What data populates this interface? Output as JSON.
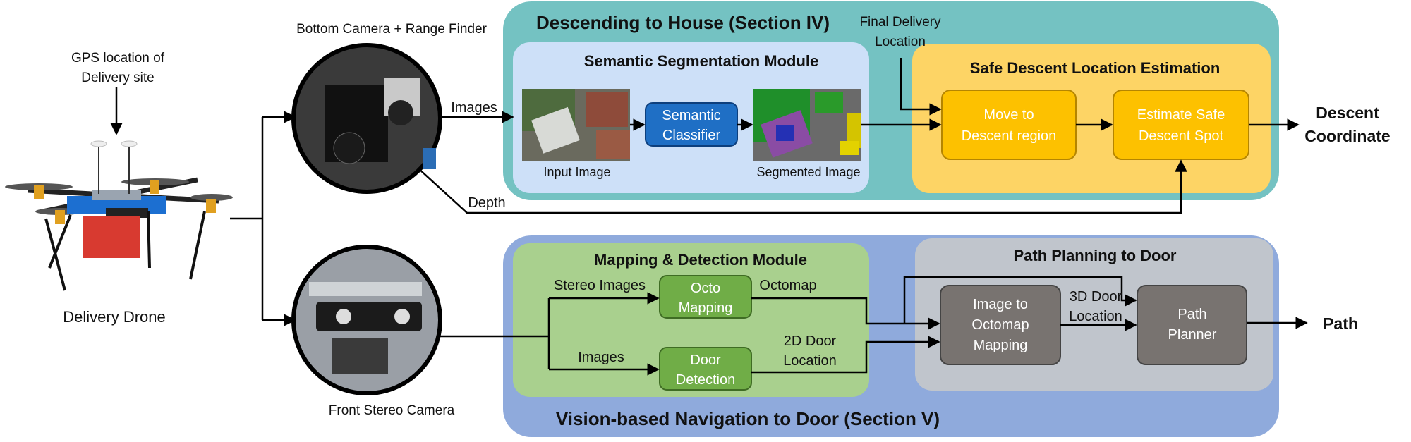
{
  "drone": {
    "gps_line1": "GPS location of",
    "gps_line2": "Delivery site",
    "label": "Delivery Drone"
  },
  "cameras": {
    "bottom": "Bottom Camera + Range Finder",
    "front": "Front Stereo Camera"
  },
  "section_iv": {
    "title": "Descending to House (Section IV)",
    "final_delivery_line1": "Final Delivery",
    "final_delivery_line2": "Location",
    "segmentation": {
      "title": "Semantic Segmentation Module",
      "input_label": "Input Image",
      "classifier_line1": "Semantic",
      "classifier_line2": "Classifier",
      "segmented_label": "Segmented Image"
    },
    "safe_descent": {
      "title": "Safe Descent Location Estimation",
      "move_line1": "Move to",
      "move_line2": "Descent region",
      "estimate_line1": "Estimate Safe",
      "estimate_line2": "Descent Spot"
    },
    "output_line1": "Descent",
    "output_line2": "Coordinate"
  },
  "edges": {
    "images": "Images",
    "depth": "Depth"
  },
  "section_v": {
    "title": "Vision-based Navigation to Door (Section V)",
    "mapping": {
      "title": "Mapping & Detection Module",
      "stereo_images": "Stereo Images",
      "images": "Images",
      "octo_line1": "Octo",
      "octo_line2": "Mapping",
      "octomap": "Octomap",
      "door_line1": "Door",
      "door_line2": "Detection",
      "door_loc_line1": "2D Door",
      "door_loc_line2": "Location"
    },
    "path_planning": {
      "title": "Path Planning to Door",
      "img_line1": "Image to",
      "img_line2": "Octomap",
      "img_line3": "Mapping",
      "door3d_line1": "3D Door",
      "door3d_line2": "Location",
      "planner_line1": "Path",
      "planner_line2": "Planner"
    },
    "output": "Path"
  },
  "colors": {
    "teal": "#74c2c2",
    "light_blue": "#cde0f8",
    "yellow_panel": "#fdd465",
    "yellow_box": "#fdc100",
    "classifier_blue": "#1f6fc5",
    "nav_blue": "#8faadc",
    "light_green": "#a9d08e",
    "green_box": "#70ad47",
    "gray_panel": "#c0c5cc",
    "gray_box": "#787370"
  }
}
